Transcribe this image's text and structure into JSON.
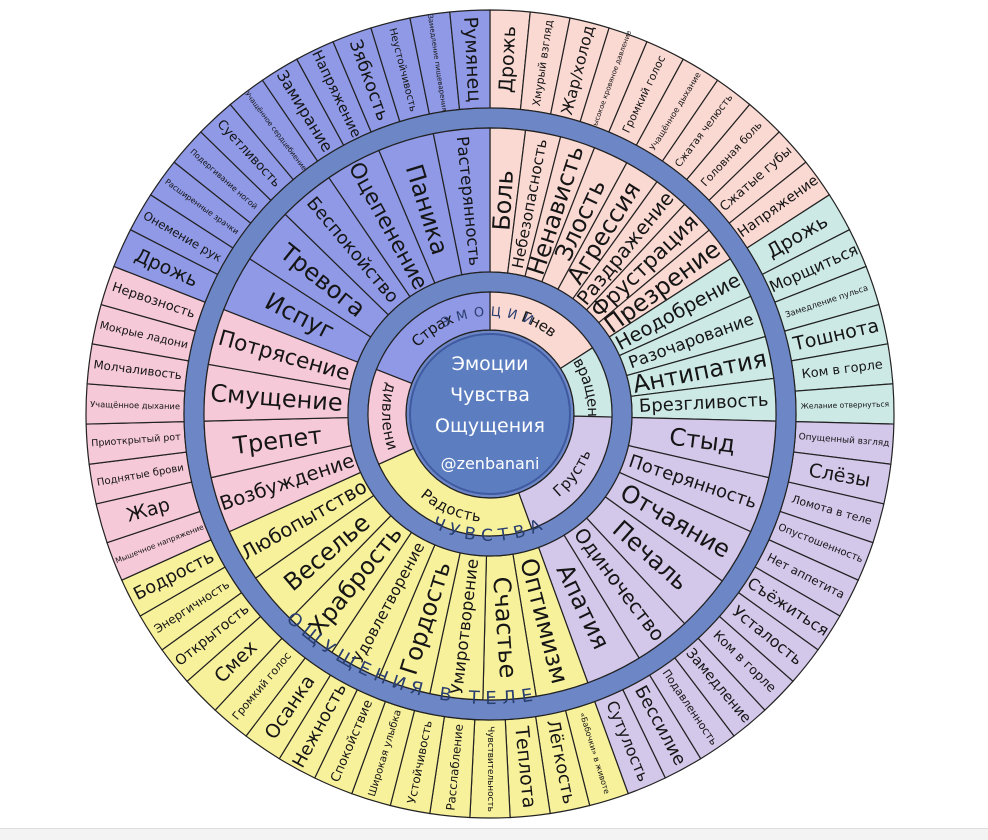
{
  "center": {
    "lines": [
      "Эмоции",
      "Чувства",
      "Ощущения"
    ],
    "handle": "@zenbanani"
  },
  "ring_labels": {
    "inner": "ЭМОЦИИ",
    "middle": "ЧУВСТВА",
    "outer": "ОЩУЩЕНИЯ В ТЕЛЕ"
  },
  "colors": {
    "ring_band": "#6c86c6",
    "ring_band_dark": "#3f5aa0",
    "center_fill": "#5c7ec0",
    "outline": "#222222"
  },
  "groups": [
    {
      "emotion": "Гнев",
      "color": "#fbd9d3",
      "feelings": [
        "Боль",
        "Небезопасность",
        "Ненависть",
        "Злость",
        "Агрессия",
        "Раздражение",
        "Фрустрация",
        "Презрение"
      ],
      "sensations": [
        "Дрожь",
        "Хмурый взгляд",
        "Жар/холод",
        "Высокое кровяное давление",
        "Громкий голос",
        "Учащённое дыхание",
        "Сжатая челюсть",
        "Головная боль",
        "Сжатые губы",
        "Напряжение"
      ]
    },
    {
      "emotion": "Отвращение",
      "color": "#cde9e6",
      "feelings": [
        "Неодобрение",
        "Разочарование",
        "Антипатия",
        "Брезгливость"
      ],
      "sensations": [
        "Дрожь",
        "Морщиться",
        "Замедление пульса",
        "Тошнота",
        "Ком в горле",
        "Желание отвернуться"
      ]
    },
    {
      "emotion": "Грусть",
      "color": "#d3c7ea",
      "feelings": [
        "Стыд",
        "Потерянность",
        "Отчаяние",
        "Печаль",
        "Одиночество",
        "Апатия"
      ],
      "sensations": [
        "Опущенный взгляд",
        "Слёзы",
        "Ломота в теле",
        "Опустошенность",
        "Нет аппетита",
        "Съёжиться",
        "Усталость",
        "Ком в горле",
        "Замедление",
        "Подавленность",
        "Бессилие",
        "Сутулость"
      ]
    },
    {
      "emotion": "Радость",
      "color": "#f8f19c",
      "feelings": [
        "Оптимизм",
        "Счастье",
        "Умиротворение",
        "Гордость",
        "Удовлетворение",
        "Храбрость",
        "Веселье",
        "Любопытство"
      ],
      "sensations": [
        "«Бабочки» в животе",
        "Лёгкость",
        "Теплота",
        "Чувствительность",
        "Расслабление",
        "Устойчивость",
        "Широкая улыбка",
        "Спокойствие",
        "Нежность",
        "Осанка",
        "Громкий голос",
        "Смех",
        "Открытость",
        "Энергичность",
        "Бодрость"
      ]
    },
    {
      "emotion": "Удивление",
      "color": "#f6c9d9",
      "feelings": [
        "Возбуждение",
        "Трепет",
        "Смущение",
        "Потрясение"
      ],
      "sensations": [
        "Мышечное напряжение",
        "Жар",
        "Поднятые брови",
        "Приоткрытый рот",
        "Учащённое дыхание",
        "Молчаливость",
        "Мокрые ладони",
        "Нервозность"
      ]
    },
    {
      "emotion": "Страх",
      "color": "#8f99e6",
      "feelings": [
        "Испуг",
        "Тревога",
        "Беспокойство",
        "Оцепенение",
        "Паника",
        "Растерянность"
      ],
      "sensations": [
        "Дрожь",
        "Онемение рук",
        "Расширенные зрачки",
        "Подергивание ногой",
        "Суетливость",
        "Учащённое сердцебиение",
        "Замирание",
        "Напряжение",
        "Зябкость",
        "Неустойчивость",
        "Замедление пищеварения",
        "Румянец"
      ]
    }
  ]
}
